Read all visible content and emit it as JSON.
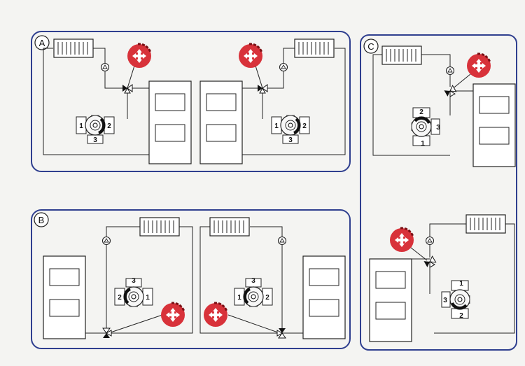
{
  "panels": [
    {
      "id": "A",
      "label": "A"
    },
    {
      "id": "B",
      "label": "B"
    },
    {
      "id": "C",
      "label": "C"
    }
  ],
  "valve_port_labels": {
    "A_left": [
      "1",
      "2",
      "3"
    ],
    "A_right": [
      "1",
      "2",
      "3"
    ],
    "B_left": [
      "3",
      "2",
      "1"
    ],
    "B_right": [
      "3",
      "1",
      "2"
    ],
    "C_top": [
      "2",
      "3",
      "1"
    ],
    "C_bottom": [
      "1",
      "3",
      "2"
    ]
  },
  "colors": {
    "panel_border": "#2f3f8f",
    "actuator_red": "#d8323a",
    "line": "#222222",
    "background": "#f4f4f2"
  },
  "icons": [
    "radiator-icon",
    "pump-icon",
    "mixing-valve-icon",
    "actuator-icon",
    "boiler-icon",
    "three-way-valve-icon"
  ]
}
